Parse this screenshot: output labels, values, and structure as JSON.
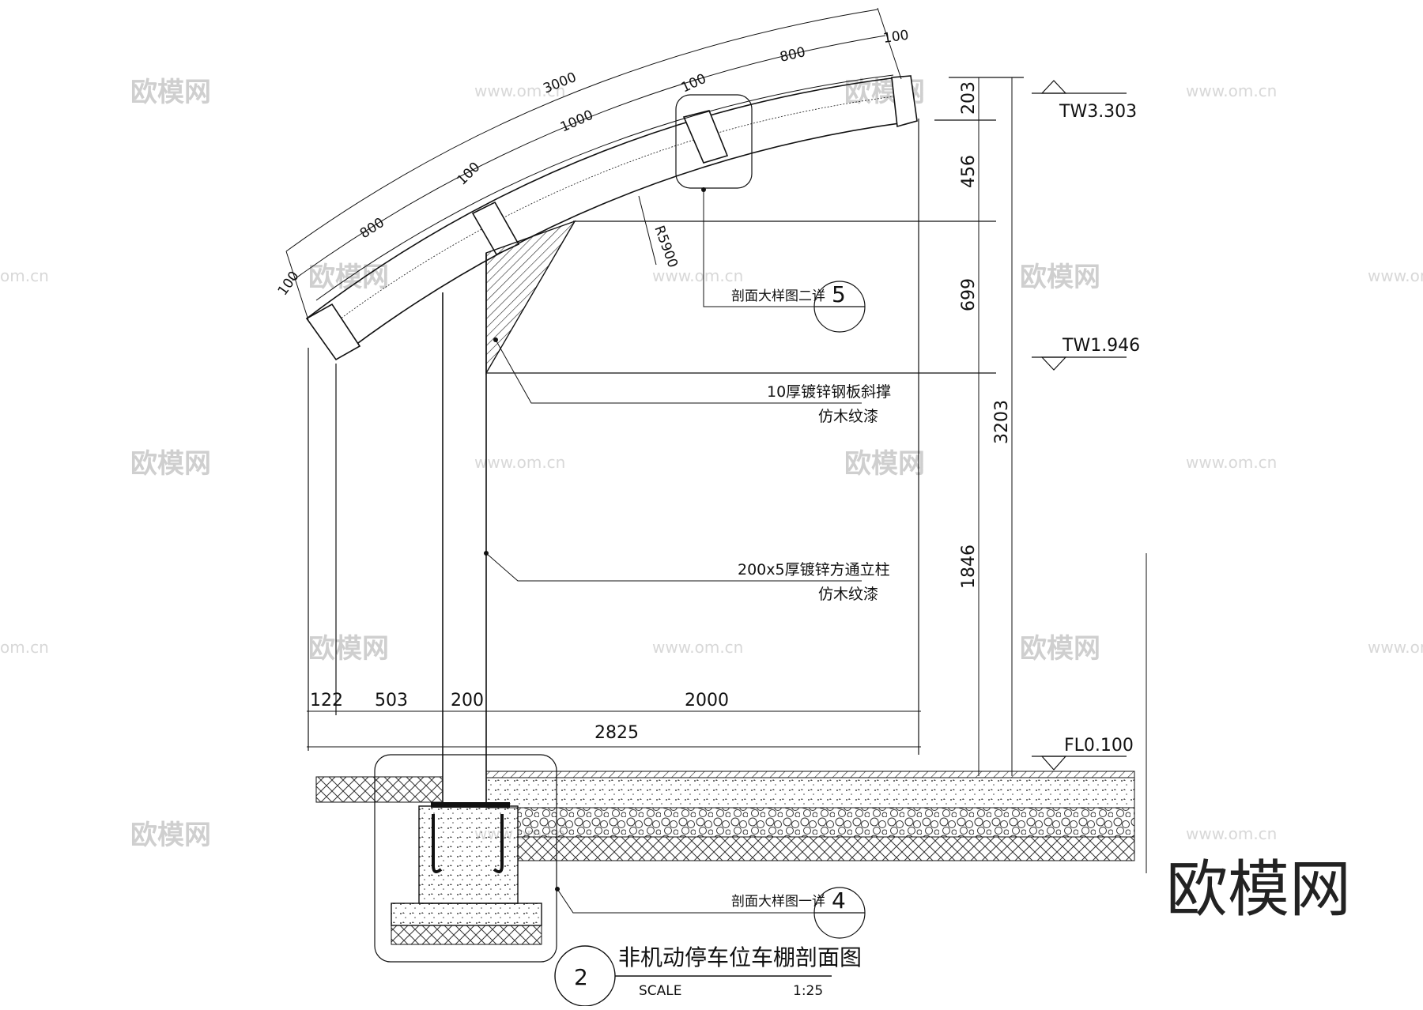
{
  "dimensions": {
    "arc_total": "3000",
    "arc_outer_left": "800",
    "arc_outer_right": "800",
    "arc_mid": "1000",
    "arc_100_a": "100",
    "arc_100_b": "100",
    "arc_100_c": "100",
    "arc_100_d": "100",
    "radius": "R5900",
    "h_122": "122",
    "h_503": "503",
    "h_200": "200",
    "h_2000": "2000",
    "h_2825": "2825",
    "v_203": "203",
    "v_456": "456",
    "v_699": "699",
    "v_1846": "1846",
    "v_3203": "3203"
  },
  "levels": {
    "top": "TW3.303",
    "mid": "TW1.946",
    "floor": "FL0.100"
  },
  "notes": {
    "brace_line1": "10厚镀锌钢板斜撑",
    "brace_line2": "仿木纹漆",
    "column_line1": "200x5厚镀锌方通立柱",
    "column_line2": "仿木纹漆",
    "detail2_label": "剖面大样图二详",
    "detail2_number": "5",
    "detail1_label": "剖面大样图一详",
    "detail1_number": "4"
  },
  "title_block": {
    "number": "2",
    "title": "非机动停车位车棚剖面图",
    "scale_label": "SCALE",
    "scale_value": "1:25"
  },
  "watermark": {
    "brand": "欧模网",
    "url": "www.om.cn",
    "url_short": "om.cn"
  }
}
